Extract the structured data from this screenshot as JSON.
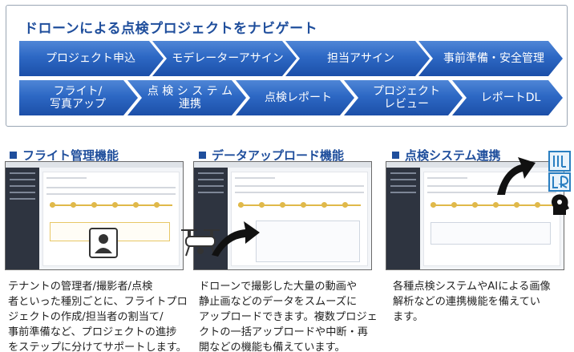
{
  "flow": {
    "title": "ドローンによる点検プロジェクトをナビゲート",
    "row1": [
      "プロジェクト申込",
      "モデレーターアサイン",
      "担当アサイン",
      "事前準備・安全管理"
    ],
    "row2": [
      "フライト/\n写真アップ",
      "点 検 シ ス テ ム\n連携",
      "点検レポート",
      "プロジェクト\nレビュー",
      "レポートDL"
    ]
  },
  "sections": {
    "flight": {
      "heading": "フライト管理機能",
      "description": "テナントの管理者/撮影者/点検\n者といった種別ごとに、フライトプロ\nジェクトの作成/担当者の割当て/\n事前準備など、プロジェクトの進捗\nをステップに分けてサポートします。"
    },
    "upload": {
      "heading": "データアップロード機能",
      "description": "ドローンで撮影した大量の動画や\n静止画などのデータをスムーズに\nアップロードできます。複数プロジェ\nクトの一括アップロードや中断・再\n開などの機能も備えています。"
    },
    "system": {
      "heading": "点検システム連携",
      "description": "各種点検システムやAIによる画像\n解析などの連携機能を備えてい\nます。"
    }
  },
  "icons": {
    "person": "person-card-icon",
    "drone": "drone-icon",
    "upload_arrow": "curved-arrow-icon",
    "ai": "ai-head-icon"
  },
  "colors": {
    "accent": "#1f4e9c",
    "chevron": "#2d68c4",
    "step": "#e0b94a"
  }
}
